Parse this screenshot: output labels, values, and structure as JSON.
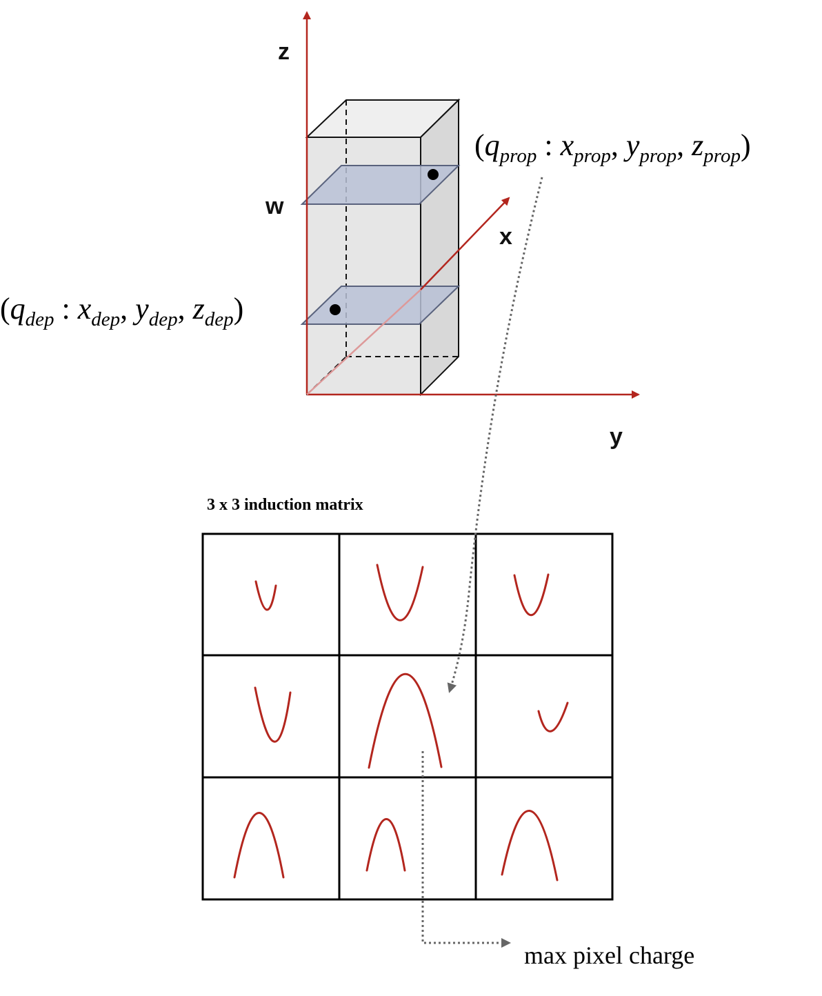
{
  "axes": {
    "z_label": "z",
    "x_label": "x",
    "y_label": "y",
    "w_label": "w"
  },
  "points": {
    "propagated": {
      "q": "q",
      "q_sub": "prop",
      "x": "x",
      "x_sub": "prop",
      "y": "y",
      "y_sub": "prop",
      "z": "z",
      "z_sub": "prop"
    },
    "deposited": {
      "q": "q",
      "q_sub": "dep",
      "x": "x",
      "x_sub": "dep",
      "y": "y",
      "y_sub": "dep",
      "z": "z",
      "z_sub": "dep"
    }
  },
  "matrix": {
    "title": "3 x 3 induction matrix",
    "rows": 3,
    "cols": 3,
    "cells": [
      {
        "row": 0,
        "col": 0,
        "pulse": "negative"
      },
      {
        "row": 0,
        "col": 1,
        "pulse": "negative"
      },
      {
        "row": 0,
        "col": 2,
        "pulse": "negative"
      },
      {
        "row": 1,
        "col": 0,
        "pulse": "negative"
      },
      {
        "row": 1,
        "col": 1,
        "pulse": "positive"
      },
      {
        "row": 1,
        "col": 2,
        "pulse": "negative"
      },
      {
        "row": 2,
        "col": 0,
        "pulse": "positive"
      },
      {
        "row": 2,
        "col": 1,
        "pulse": "positive"
      },
      {
        "row": 2,
        "col": 2,
        "pulse": "positive"
      }
    ]
  },
  "output_label": "max pixel charge",
  "colors": {
    "axis": "#b3261e",
    "pulse": "#b3261e",
    "box_fill": "#e8e8e8",
    "box_side": "#d6d6d6",
    "plane_fill": "#b9c1d6",
    "plane_stroke": "#59627d",
    "dotted_arrow": "#666666"
  }
}
